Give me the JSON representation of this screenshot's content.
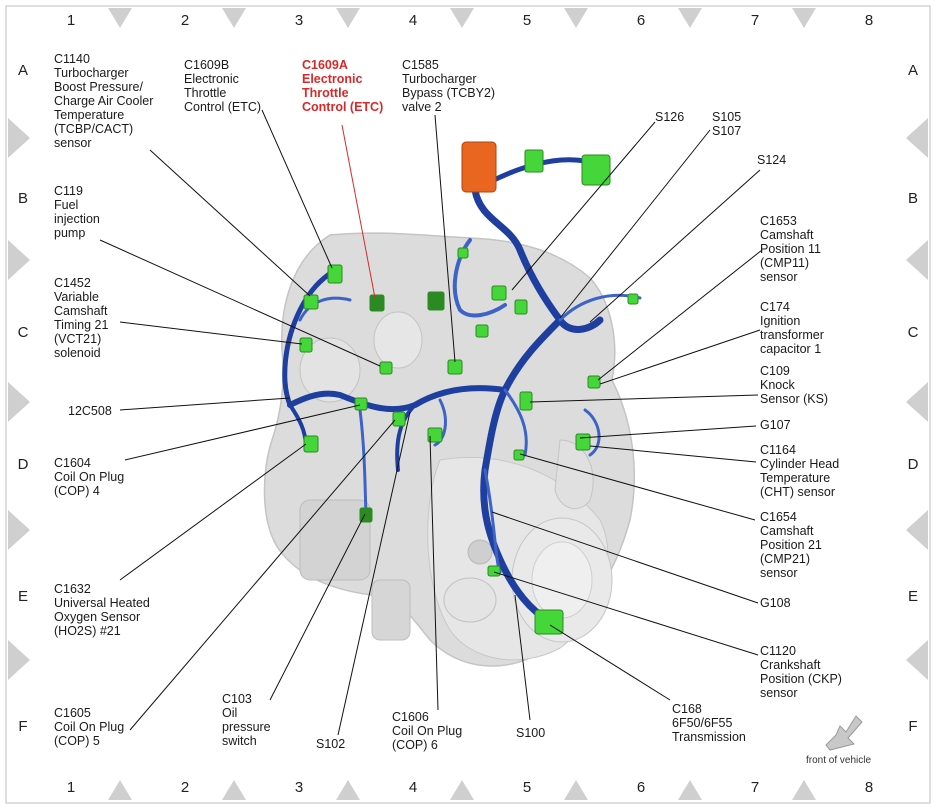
{
  "grid": {
    "columns": [
      "1",
      "2",
      "3",
      "4",
      "5",
      "6",
      "7",
      "8"
    ],
    "rows": [
      "A",
      "B",
      "C",
      "D",
      "E",
      "F"
    ]
  },
  "callouts": [
    {
      "id": "c1140",
      "text": "C1140\nTurbocharger\nBoost Pressure/\nCharge Air Cooler\nTemperature\n(TCBP/CACT)\nsensor"
    },
    {
      "id": "c1609b",
      "text": "C1609B\nElectronic\nThrottle\nControl (ETC)"
    },
    {
      "id": "c1609a",
      "text": "C1609A\nElectronic\nThrottle\nControl (ETC)",
      "highlight": true
    },
    {
      "id": "c1585",
      "text": "C1585\nTurbocharger\nBypass (TCBY2)\nvalve 2"
    },
    {
      "id": "s126",
      "text": "S126"
    },
    {
      "id": "s105",
      "text": "S105\nS107"
    },
    {
      "id": "s124",
      "text": "S124"
    },
    {
      "id": "c119",
      "text": "C119\nFuel\ninjection\npump"
    },
    {
      "id": "c1653",
      "text": "C1653\nCamshaft\nPosition 11\n(CMP11)\nsensor"
    },
    {
      "id": "c1452",
      "text": "C1452\nVariable\nCamshaft\nTiming 21\n(VCT21)\nsolenoid"
    },
    {
      "id": "c174",
      "text": "C174\nIgnition\ntransformer\ncapacitor 1"
    },
    {
      "id": "c109",
      "text": "C109\nKnock\nSensor (KS)"
    },
    {
      "id": "c12c508",
      "text": "12C508"
    },
    {
      "id": "g107",
      "text": "G107"
    },
    {
      "id": "c1604",
      "text": "C1604\nCoil On Plug\n(COP) 4"
    },
    {
      "id": "c1164",
      "text": "C1164\nCylinder Head\nTemperature\n(CHT) sensor"
    },
    {
      "id": "c1654",
      "text": "C1654\nCamshaft\nPosition 21\n(CMP21)\nsensor"
    },
    {
      "id": "c1632",
      "text": "C1632\nUniversal Heated\nOxygen Sensor\n(HO2S) #21"
    },
    {
      "id": "g108",
      "text": "G108"
    },
    {
      "id": "c1120",
      "text": "C1120\nCrankshaft\nPosition (CKP)\nsensor"
    },
    {
      "id": "c1605",
      "text": "C1605\nCoil On Plug\n(COP) 5"
    },
    {
      "id": "c103",
      "text": "C103\nOil\npressure\nswitch"
    },
    {
      "id": "s102",
      "text": "S102"
    },
    {
      "id": "c1606",
      "text": "C1606\nCoil On Plug\n(COP) 6"
    },
    {
      "id": "s100",
      "text": "S100"
    },
    {
      "id": "c168",
      "text": "C168\n6F50/6F55\nTransmission"
    }
  ],
  "front_of_vehicle": "front of vehicle",
  "colors": {
    "harness": "#1f3fa0",
    "harness_light": "#3d63c8",
    "connector": "#45d63a",
    "connector_dark": "#2b8a22",
    "highlight_connector": "#e8661f",
    "highlight_text": "#d62a2a",
    "engine": "#d9d9d9",
    "border_triangle": "#cfcfcf"
  }
}
